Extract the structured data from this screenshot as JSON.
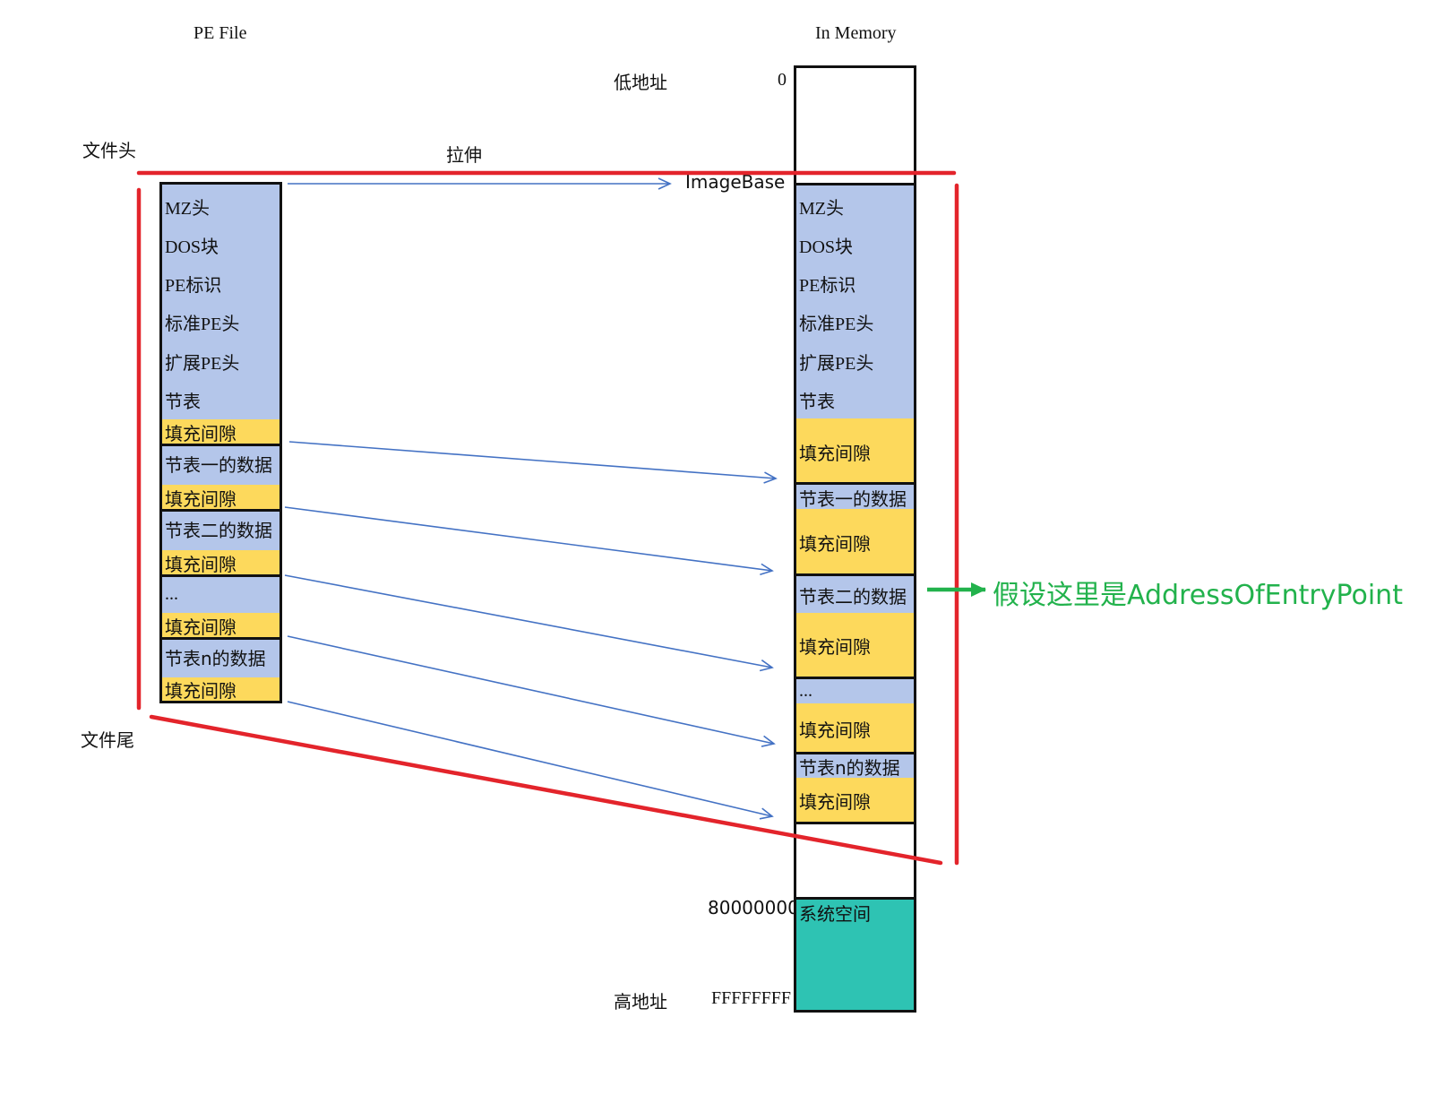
{
  "titles": {
    "pe_file": "PE File",
    "in_memory": "In Memory"
  },
  "labels": {
    "low_address": "低地址",
    "high_address": "高地址",
    "addr_zero": "0",
    "addr_system": "80000000",
    "addr_max": "FFFFFFFF",
    "file_head": "文件头",
    "file_tail": "文件尾",
    "stretch": "拉伸",
    "image_base": "ImageBase",
    "entry_point_note": "假设这里是AddressOfEntryPoint"
  },
  "pe_file_rows": [
    "MZ头",
    "DOS块",
    "PE标识",
    "标准PE头",
    "扩展PE头",
    "节表",
    "填充间隙",
    "节表一的数据",
    "填充间隙",
    "节表二的数据",
    "填充间隙",
    "...",
    "填充间隙",
    "节表n的数据",
    "填充间隙"
  ],
  "memory_rows": [
    "MZ头",
    "DOS块",
    "PE标识",
    "标准PE头",
    "扩展PE头",
    "节表",
    "填充间隙",
    "节表一的数据",
    "填充间隙",
    "节表二的数据",
    "填充间隙",
    "...",
    "填充间隙",
    "节表n的数据",
    "填充间隙",
    "系统空间"
  ],
  "colors": {
    "header_blue": "#b4c6ea",
    "padding_yellow": "#fdd95c",
    "system_teal": "#2ec3b3",
    "red_line": "#e3242b",
    "blue_arrow": "#4472c4",
    "green_arrow": "#22b24c"
  }
}
